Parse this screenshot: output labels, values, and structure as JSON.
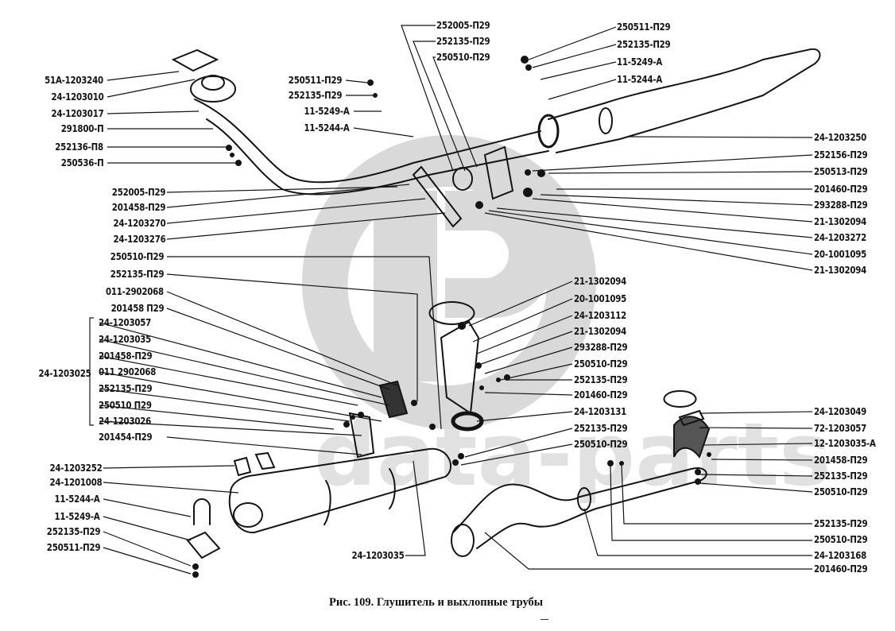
{
  "figure": {
    "caption": "Рис. 109. Глушитель и выхлопные трубы",
    "watermark_text": "data-parts",
    "colors": {
      "ink": "#141414",
      "watermark": "#d9d9d9",
      "background": "#ffffff"
    }
  },
  "labels_left": [
    "51A-1203240",
    "24-1203010",
    "24-1203017",
    "291800-П",
    "252136-П8",
    "250536-П",
    "250511-П29",
    "252135-П29",
    "11-5249-А",
    "11-5244-А",
    "252005-П29",
    "201458-П29",
    "24-1203270",
    "24-1203276",
    "250510-П29",
    "252135-П29",
    "011-2902068",
    "201458 П29"
  ],
  "group": {
    "parent": "24-1203025",
    "children": [
      "24-1203057",
      "24-1203035",
      "201458-П29",
      "011 2902068",
      "252135-П29",
      "250510 П29",
      "24-1203026"
    ]
  },
  "labels_left_lower": [
    "201454-П29",
    "24-1203252",
    "24-1201008",
    "11-5244-А",
    "11-5249-А",
    "252135-П29",
    "250511-П29",
    "24-1203035"
  ],
  "labels_top": [
    "252005-П29",
    "252135-П29",
    "250510-П29",
    "250511-П29",
    "252135-П29",
    "11-5249-А",
    "11-5244-А"
  ],
  "labels_right_upper": [
    "24-1203250",
    "252156-П29",
    "250513-П29",
    "201460-П29",
    "293288-П29",
    "21-1302094",
    "24-1203272",
    "20-1001095",
    "21-1302094"
  ],
  "labels_center": [
    "21-1302094",
    "20-1001095",
    "24-1203112",
    "21-1302094",
    "293288-П29",
    "250510-П29",
    "252135-П29",
    "201460-П29",
    "24-1203131",
    "252135-П29",
    "250510-П29"
  ],
  "labels_right_lower": [
    "24-1203049",
    "72-1203057",
    "12-1203035-А",
    "201458-П29",
    "252135-П29",
    "250510-П29",
    "252135-П29",
    "250510-П29",
    "24-1203168",
    "201460-П29"
  ]
}
